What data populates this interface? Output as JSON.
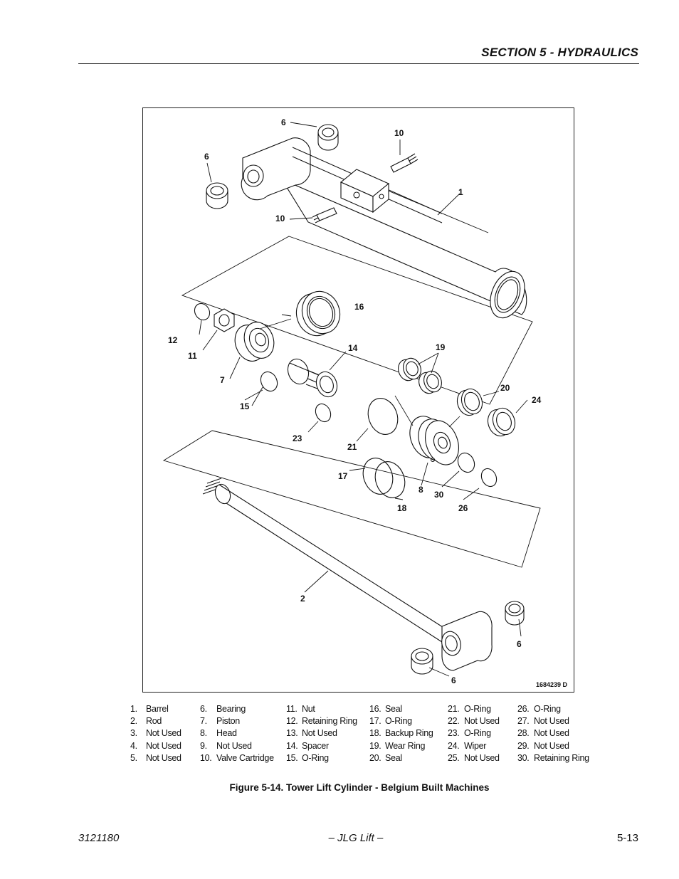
{
  "header": {
    "section_title": "SECTION 5 - HYDRAULICS"
  },
  "figure": {
    "drawing_number": "1684239 D",
    "callouts": [
      {
        "id": "c6a",
        "text": "6"
      },
      {
        "id": "c10a",
        "text": "10"
      },
      {
        "id": "c6b",
        "text": "6"
      },
      {
        "id": "c1",
        "text": "1"
      },
      {
        "id": "c10b",
        "text": "10"
      },
      {
        "id": "c16",
        "text": "16"
      },
      {
        "id": "c12",
        "text": "12"
      },
      {
        "id": "c14",
        "text": "14"
      },
      {
        "id": "c19",
        "text": "19"
      },
      {
        "id": "c11",
        "text": "11"
      },
      {
        "id": "c7",
        "text": "7"
      },
      {
        "id": "c20",
        "text": "20"
      },
      {
        "id": "c24",
        "text": "24"
      },
      {
        "id": "c15",
        "text": "15"
      },
      {
        "id": "c23",
        "text": "23"
      },
      {
        "id": "c21",
        "text": "21"
      },
      {
        "id": "c17",
        "text": "17"
      },
      {
        "id": "c8",
        "text": "8"
      },
      {
        "id": "c30",
        "text": "30"
      },
      {
        "id": "c18",
        "text": "18"
      },
      {
        "id": "c26",
        "text": "26"
      },
      {
        "id": "c2",
        "text": "2"
      },
      {
        "id": "c6c",
        "text": "6"
      },
      {
        "id": "c6d",
        "text": "6"
      }
    ],
    "caption": "Figure 5-14.  Tower Lift Cylinder - Belgium Built Machines"
  },
  "legend": {
    "columns": [
      [
        {
          "num": "1.",
          "label": "Barrel"
        },
        {
          "num": "2.",
          "label": "Rod"
        },
        {
          "num": "3.",
          "label": "Not Used"
        },
        {
          "num": "4.",
          "label": "Not Used"
        },
        {
          "num": "5.",
          "label": "Not Used"
        }
      ],
      [
        {
          "num": "6.",
          "label": "Bearing"
        },
        {
          "num": "7.",
          "label": "Piston"
        },
        {
          "num": "8.",
          "label": "Head"
        },
        {
          "num": "9.",
          "label": "Not Used"
        },
        {
          "num": "10.",
          "label": "Valve Cartridge"
        }
      ],
      [
        {
          "num": "11.",
          "label": "Nut"
        },
        {
          "num": "12.",
          "label": "Retaining Ring"
        },
        {
          "num": "13.",
          "label": "Not Used"
        },
        {
          "num": "14.",
          "label": "Spacer"
        },
        {
          "num": "15.",
          "label": "O-Ring"
        }
      ],
      [
        {
          "num": "16.",
          "label": "Seal"
        },
        {
          "num": "17.",
          "label": "O-Ring"
        },
        {
          "num": "18.",
          "label": "Backup Ring"
        },
        {
          "num": "19.",
          "label": "Wear Ring"
        },
        {
          "num": "20.",
          "label": "Seal"
        }
      ],
      [
        {
          "num": "21.",
          "label": "O-Ring"
        },
        {
          "num": "22.",
          "label": "Not Used"
        },
        {
          "num": "23.",
          "label": "O-Ring"
        },
        {
          "num": "24.",
          "label": "Wiper"
        },
        {
          "num": "25.",
          "label": "Not Used"
        }
      ],
      [
        {
          "num": "26.",
          "label": "O-Ring"
        },
        {
          "num": "27.",
          "label": "Not Used"
        },
        {
          "num": "28.",
          "label": "Not Used"
        },
        {
          "num": "29.",
          "label": "Not Used"
        },
        {
          "num": "30.",
          "label": "Retaining Ring"
        }
      ]
    ]
  },
  "footer": {
    "doc_number": "3121180",
    "publisher": "– JLG Lift –",
    "page_number": "5-13"
  }
}
